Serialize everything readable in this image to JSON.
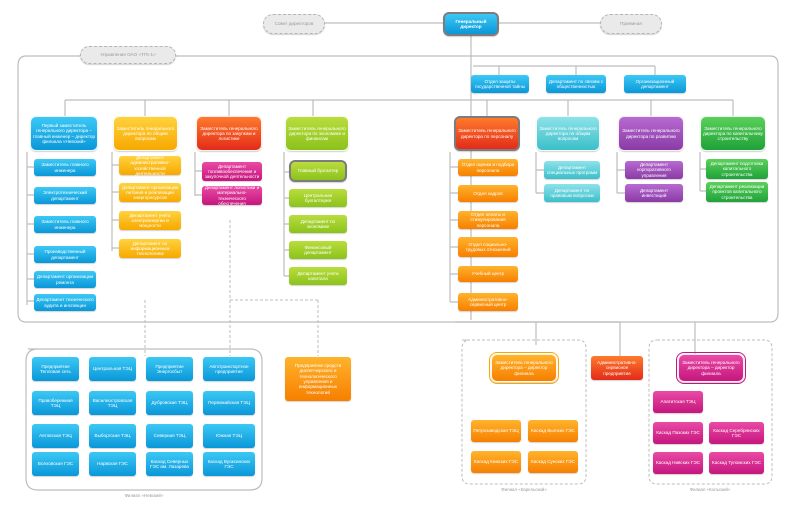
{
  "top": {
    "board": "Совет директоров",
    "ceo": "Генеральный директор",
    "reception": "Приемная"
  },
  "ghost": {
    "management": "Управление ОАО «ТГК-1»"
  },
  "staff": {
    "protection": "Отдел защиты государственной тайны",
    "pr": "Департамент по связям с общественностью",
    "org": "Организационный департамент"
  },
  "deputies": {
    "first": "Первый заместитель генерального директора – главный инженер – директор филиала «Невский»",
    "general": "Заместитель генерального директора по общим вопросам",
    "procurement": "Заместитель генерального директора по закупкам и логистике",
    "economy": "Заместитель генерального директора по экономике и финансам",
    "personnel": "Заместитель генерального директора по персоналу",
    "general_issues": "Заместитель генерального директора по общим вопросам",
    "development": "Заместитель генерального директора по развитию",
    "capital": "Заместитель генерального директора по капитальному строительству"
  },
  "col_first": [
    "Заместитель главного инженера",
    "Электротехнический департамент",
    "Заместитель главного инженера",
    "Производственный департамент",
    "Департамент организации ремонта",
    "Департамент технического аудита и инспекции"
  ],
  "col_general": [
    "Департамент административно-хозяйственной деятельности",
    "Департамент организации питания и реализации энергоресурсов",
    "Департамент учета электроэнергии и мощности",
    "Департамент по информационным технологиям"
  ],
  "col_procurement": [
    "Департамент топливообеспечения и закупочной деятельности",
    "Департамент логистики и материально-технического обеспечения"
  ],
  "col_economy": [
    "Главный бухгалтер",
    "Центральная бухгалтерия",
    "Департамент по экономике",
    "Финансовый департамент",
    "Департамент учета капитала"
  ],
  "col_personnel": [
    "Отдел оценки и подбора персонала",
    "Отдел кадров",
    "Отдел оплаты и стимулирования персонала",
    "Отдел социально-трудовых отношений",
    "Учебный центр",
    "Административно-сервисный центр"
  ],
  "col_gi": [
    "Департамент специальных программ",
    "Департамент по правовым вопросам"
  ],
  "col_dev": [
    "Департамент корпоративного управления",
    "Департамент инвестиций"
  ],
  "col_cap": [
    "Департамент подготовки капитального строительства",
    "Департамент реализации проектов капитального строительства"
  ],
  "nevsky": {
    "caption": "Филиал «Невский»",
    "units": [
      "Предприятие Тепловая сеть",
      "Центральная ТЭЦ",
      "Предприятие Энергосбыт",
      "Автотранспортное предприятие",
      "Правобережная ТЭЦ",
      "Василеостровская ТЭЦ",
      "Дубровская ТЭЦ",
      "Первомайская ТЭЦ",
      "Автовская ТЭЦ",
      "Выборгская ТЭЦ",
      "Северная ТЭЦ",
      "Южная ТЭЦ",
      "Волховская ГЭС",
      "Нарвская ГЭС",
      "Каскад Северных ГЭС им. Лазарева",
      "Каскад Вуоксинских ГЭС"
    ]
  },
  "it_unit": "Предприятие средств диспетчерского и технологического управления и информационных технологий",
  "karelsky": {
    "caption": "Филиал «Карельский»",
    "deputy": "Заместитель генерального директора – директор филиала",
    "units": [
      "Петрозаводская ТЭЦ",
      "Каскад Выгских ГЭС",
      "Каскад Кемских ГЭС",
      "Каскад Сунских ГЭС"
    ]
  },
  "service_unit": "Административно-сервисное предприятие",
  "kolsky": {
    "caption": "Филиал «Кольский»",
    "deputy": "Заместитель генерального директора – директор филиала",
    "units": [
      "Апатитская ТЭЦ",
      "Каскад Пазских ГЭС",
      "Каскад Серебрянских ГЭС",
      "Каскад Нивских ГЭС",
      "Каскад Туломских ГЭС"
    ]
  }
}
